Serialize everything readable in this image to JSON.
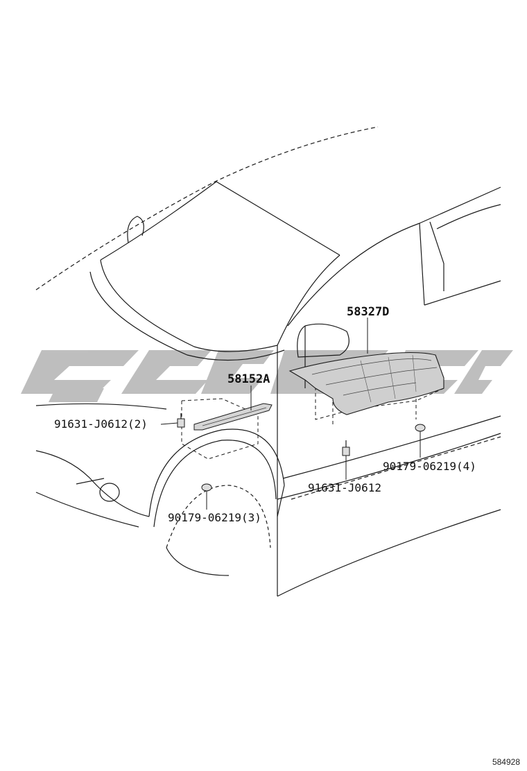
{
  "diagram": {
    "ref_code": "584928",
    "parts": [
      {
        "id": "p1",
        "label": "58327D"
      },
      {
        "id": "p2",
        "label": "58152A"
      },
      {
        "id": "p3",
        "label": "91631-J0612(2)"
      },
      {
        "id": "p4",
        "label": "90179-06219(4)"
      },
      {
        "id": "p5",
        "label": "91631-J0612"
      },
      {
        "id": "p6",
        "label": "90179-06219(3)"
      }
    ],
    "colors": {
      "line": "#1a1a1a",
      "watermark": "#b5b5b5",
      "part_fill": "#cfcfcf"
    }
  }
}
